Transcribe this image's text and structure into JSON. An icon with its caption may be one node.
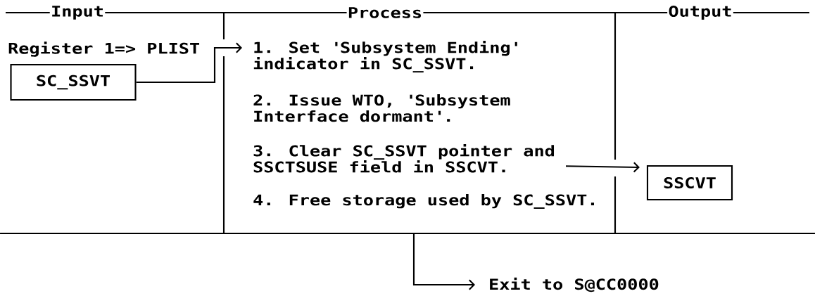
{
  "diagram": {
    "nodes": [
      {
        "text": [
          "SC_SSVT"
        ]
      },
      {
        "text": [
          "1. Set 'Subsystem Ending' indicator in SC_SSVT."
        ]
      },
      {
        "text": [
          "2. Issue WTO, 'Subsystem Interface dormant'."
        ]
      },
      {
        "text": [
          "3. Clear SC_SSVT pointer and SSCTSUSE field in SSCVT."
        ]
      },
      {
        "text": [
          "4. Free storage used by SC_SSVT."
        ]
      },
      {
        "text": [
          "SSCVT"
        ]
      },
      {
        "text": [
          "Exit to S@CC0000"
        ]
      }
    ],
    "edges": [
      {
        "from": 0,
        "to": 1,
        "arrow": "to"
      },
      {
        "from": 3,
        "to": 5,
        "arrow": "to"
      },
      {
        "from": null,
        "to": 6,
        "arrow": "to"
      }
    ],
    "labels": [
      "Input",
      "Process",
      "Output",
      "Register 1=> PLIST"
    ]
  }
}
